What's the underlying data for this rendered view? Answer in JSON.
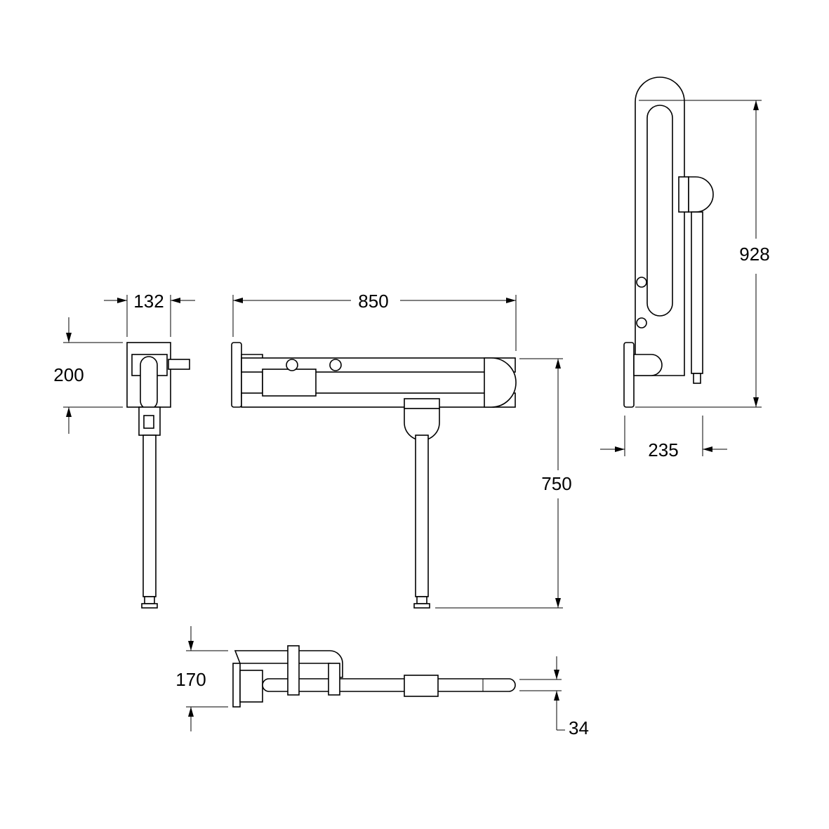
{
  "dimensions": {
    "side_width": "132",
    "side_height": "200",
    "front_length": "850",
    "front_height": "750",
    "folded_height": "928",
    "folded_depth": "235",
    "top_width": "170",
    "top_tube": "34"
  },
  "colors": {
    "line": "#000000",
    "background": "#ffffff"
  }
}
